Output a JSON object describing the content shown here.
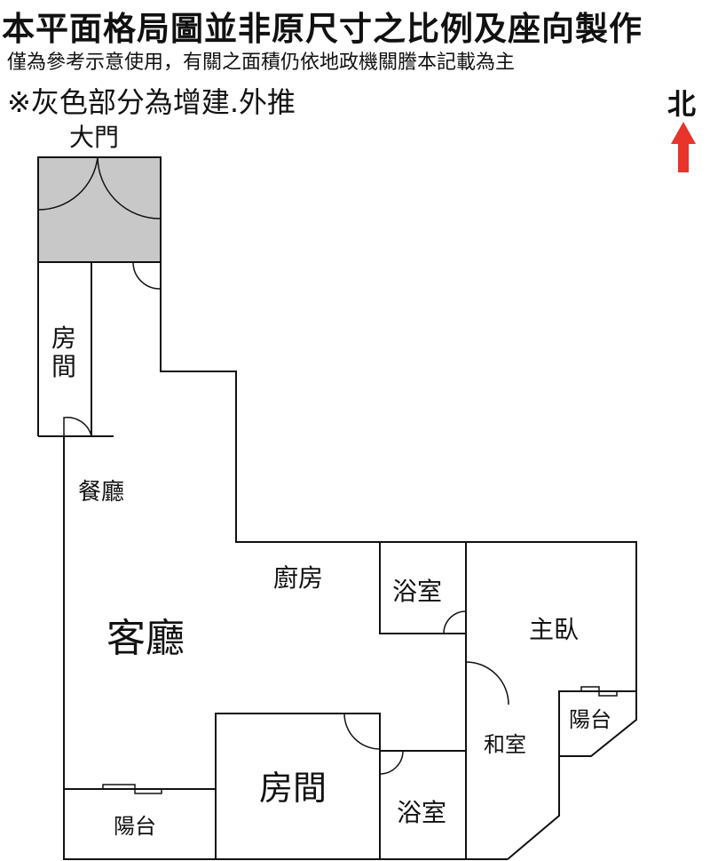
{
  "header": {
    "title": "本平面格局圖並非原尺寸之比例及座向製作",
    "subtitle": "僅為參考示意使用，有關之面積仍依地政機關謄本記載為主",
    "note": "※灰色部分為增建.外推",
    "north_label": "北"
  },
  "rooms": {
    "main_door": "大門",
    "room_top": "房間",
    "dining": "餐廳",
    "kitchen": "廚房",
    "bath_top": "浴室",
    "master": "主臥",
    "living": "客廳",
    "washitsu": "和室",
    "balcony_right": "陽台",
    "room_bottom": "房間",
    "bath_bottom": "浴室",
    "balcony_left": "陽台"
  },
  "colors": {
    "addition_fill": "#c8c8c8",
    "north_arrow": "#e8342a",
    "wall": "#111111"
  }
}
